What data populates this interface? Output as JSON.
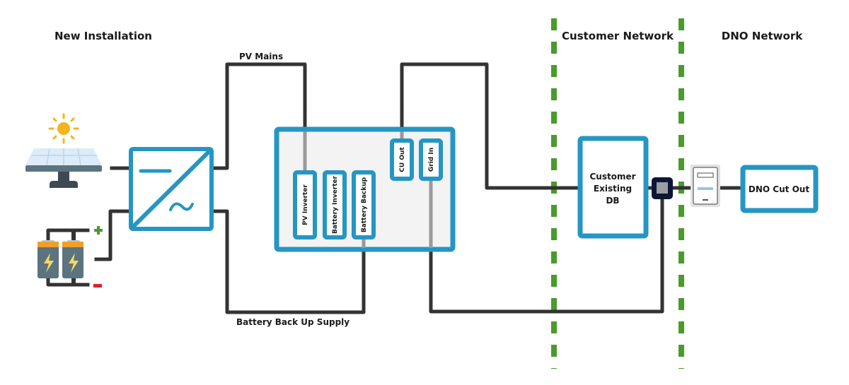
{
  "zones": {
    "new_installation": "New Installation",
    "customer_network": "Customer Network",
    "dno_network": "DNO Network"
  },
  "connections": {
    "pv_mains": "PV Mains",
    "battery_backup_supply": "Battery Back Up Supply"
  },
  "components": {
    "solar_panel": "solar-panel",
    "battery": "battery",
    "inverter": "inverter",
    "switch_box": {
      "ports": [
        "PV Inverter",
        "Battery Inverter",
        "Battery Backup",
        "CU Out",
        "Grid In"
      ]
    },
    "customer_db": [
      "Customer",
      "Existing",
      "DB"
    ],
    "isolator": "isolator",
    "meter": "meter",
    "dno_cut_out": "DNO Cut Out"
  },
  "colors": {
    "accent_blue": "#2596c3",
    "wire": "#333333",
    "inner_wire": "#999999",
    "boundary_green": "#4a9a2c",
    "sun": "#f5b41b",
    "plus": "#4a9a2c",
    "minus": "#e0202e"
  }
}
